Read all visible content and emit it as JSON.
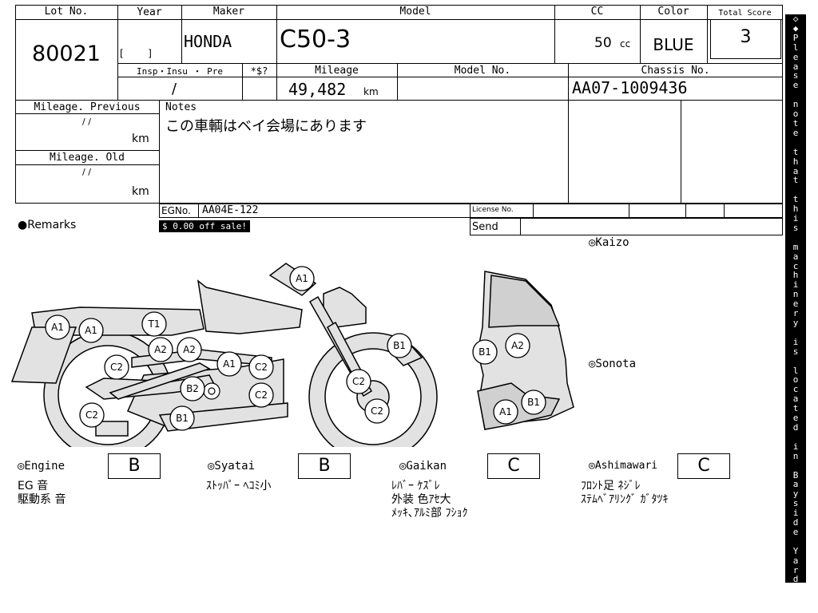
{
  "header": {
    "lot_label": "Lot No.",
    "lot_value": "80021",
    "year_label": "Year",
    "year_bracket": "[        ]",
    "maker_label": "Maker",
    "maker_value": "HONDA",
    "model_label": "Model",
    "model_value": "C50-3",
    "cc_label": "CC",
    "cc_value": "50",
    "cc_unit": "cc",
    "color_label": "Color",
    "color_value": "BLUE",
    "score_label": "Total Score",
    "score_value": "3"
  },
  "row2": {
    "insp_label": "Insp・Insu ・ Pre",
    "insp_value": "/",
    "price_label": "*$?",
    "mileage_label": "Mileage",
    "mileage_value": "49,482",
    "mileage_unit": "km",
    "model_no_label": "Model No.",
    "chassis_label": "Chassis No.",
    "chassis_value": "AA07-1009436"
  },
  "mileage_prev": {
    "label": "Mileage. Previous",
    "date": "/ /",
    "unit": "km"
  },
  "mileage_old": {
    "label": "Mileage. Old",
    "date": "/ /",
    "unit": "km"
  },
  "notes": {
    "label": "Notes",
    "text": "この車輌はベイ会場にあります"
  },
  "eg": {
    "label": "EGNo.",
    "value": "AA04E-122"
  },
  "license_label": "License No.",
  "send_label": "Send",
  "remarks": {
    "label": "●Remarks",
    "sale_badge": "$ 0.00 off sale!"
  },
  "kaizo_label": "◎Kaizo",
  "sonota_label": "◎Sonota",
  "grades": [
    {
      "label": "◎Engine",
      "value": "B",
      "comment": "EG 音\n駆動系 音"
    },
    {
      "label": "◎Syatai",
      "value": "B",
      "comment": "ｽﾄｯﾊﾟｰ ﾍｺﾐ小"
    },
    {
      "label": "◎Gaikan",
      "value": "C",
      "comment": "ﾚﾊﾞｰ ｹｽﾞﾚ\n外装 色ｱｾ大\nﾒｯｷ､ｱﾙﾐ部 ﾌｼｮｸ"
    },
    {
      "label": "◎Ashimawari",
      "value": "C",
      "comment": "ﾌﾛﾝﾄ足 ﾈｼﾞﾚ\nｽﾃﾑﾍﾞｱﾘﾝｸﾞ ｶﾞﾀﾂｷ"
    }
  ],
  "damage_marks": [
    "A1",
    "A1",
    "A1",
    "T1",
    "A2",
    "A2",
    "C2",
    "A1",
    "C2",
    "B2",
    "C2",
    "C2",
    "B1",
    "B1",
    "C2",
    "C2",
    "B1",
    "A2",
    "A1",
    "B1"
  ],
  "side_text": "◇◆Please note that this machinery is located in Bayside Yard◆◇"
}
